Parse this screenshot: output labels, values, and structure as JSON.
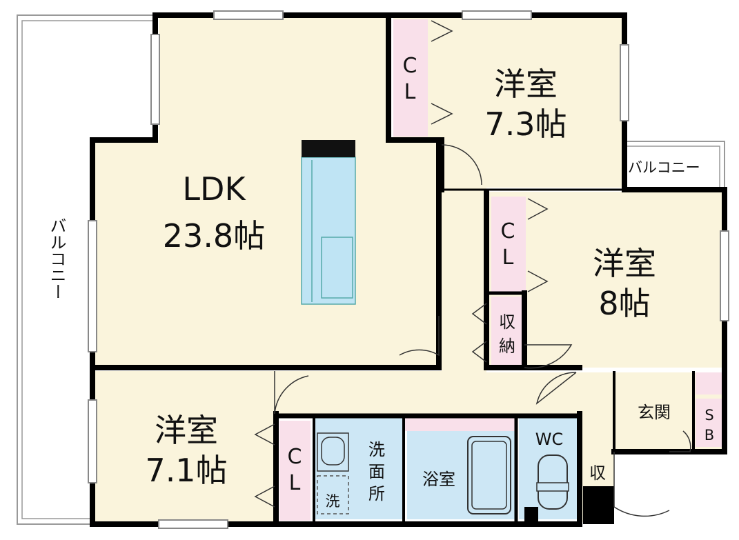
{
  "balcony_left": "バルコニー",
  "balcony_right": "バルコニー",
  "ldk": {
    "name": "LDK",
    "size": "23.8帖"
  },
  "western_room_top": {
    "name": "洋室",
    "size": "7.3帖"
  },
  "western_room_right": {
    "name": "洋室",
    "size": "8帖"
  },
  "western_room_bottom": {
    "name": "洋室",
    "size": "7.1帖"
  },
  "closet_top": [
    "C",
    "L"
  ],
  "closet_right": [
    "C",
    "L"
  ],
  "closet_bottom": [
    "C",
    "L"
  ],
  "storage_hall": [
    "収",
    "納"
  ],
  "storage_small": "収",
  "washroom": [
    "洗",
    "面",
    "所"
  ],
  "washer": "洗",
  "bathroom": "浴室",
  "wc": "WC",
  "entrance": "玄関",
  "shoe_box": [
    "S",
    "B"
  ],
  "colors": {
    "floor": "#faf4dc",
    "wall": "#000000",
    "closet": "#f9e0ea",
    "water": "#cde7f5",
    "kitchen": "#bfe4f4"
  }
}
